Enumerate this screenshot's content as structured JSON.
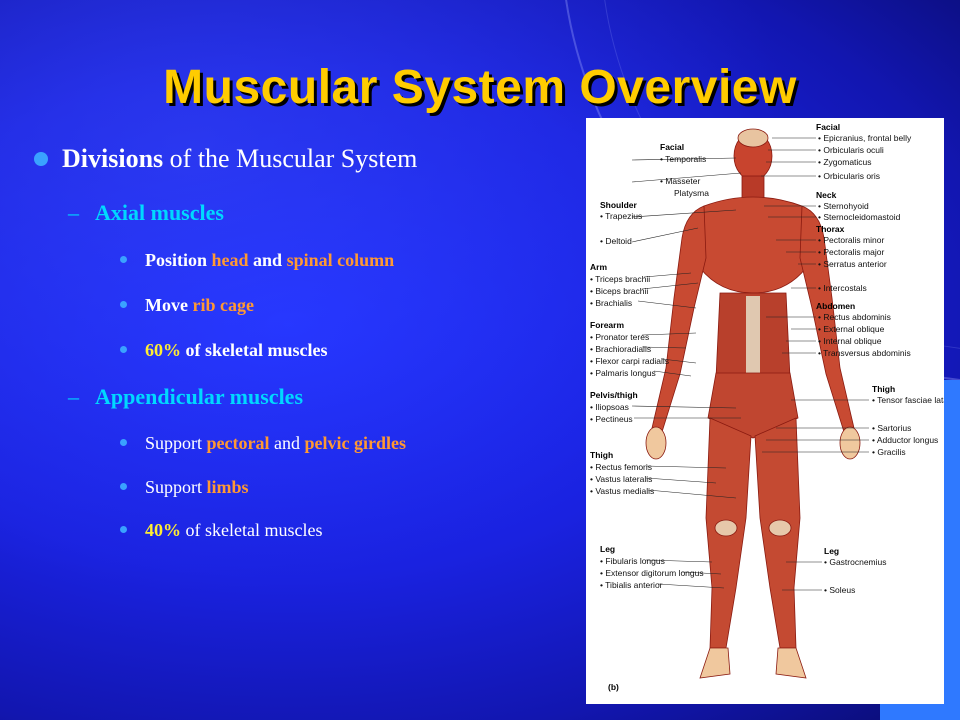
{
  "slide": {
    "title": "Muscular System Overview",
    "bullet": {
      "bold": "Divisions",
      "rest": " of the Muscular System"
    },
    "axial": {
      "heading": "Axial muscles",
      "items": [
        {
          "a": "Position ",
          "b": "head",
          "c": " and ",
          "d": "spinal column"
        },
        {
          "a": "Move ",
          "b": "rib cage"
        },
        {
          "a": "60%",
          "b": " of skeletal muscles"
        }
      ]
    },
    "appendicular": {
      "heading": "Appendicular muscles",
      "items": [
        {
          "a": "Support ",
          "b": "pectoral",
          "c": " and ",
          "d": "pelvic girdles"
        },
        {
          "a": "Support ",
          "b": "limbs"
        },
        {
          "a": "40%",
          "b": " of skeletal muscles"
        }
      ]
    }
  },
  "figure": {
    "left_groups": [
      {
        "header": "Facial",
        "labels": [
          "Temporalis",
          "Masseter",
          "Platysma"
        ]
      },
      {
        "header": "Shoulder",
        "labels": [
          "Trapezius",
          "Deltoid"
        ]
      },
      {
        "header": "Arm",
        "labels": [
          "Triceps brachii",
          "Biceps brachii",
          "Brachialis"
        ]
      },
      {
        "header": "Forearm",
        "labels": [
          "Pronator teres",
          "Brachioradialis",
          "Flexor carpi radialis",
          "Palmaris longus"
        ]
      },
      {
        "header": "Pelvis/thigh",
        "labels": [
          "Iliopsoas",
          "Pectineus"
        ]
      },
      {
        "header": "Thigh",
        "labels": [
          "Rectus femoris",
          "Vastus lateralis",
          "Vastus medialis"
        ]
      },
      {
        "header": "Leg",
        "labels": [
          "Fibularis longus",
          "Extensor digitorum longus",
          "Tibialis anterior"
        ]
      }
    ],
    "right_groups": [
      {
        "header": "Facial",
        "labels": [
          "Epicranius, frontal belly",
          "Orbicularis oculi",
          "Zygomaticus",
          "Orbicularis oris"
        ]
      },
      {
        "header": "Neck",
        "labels": [
          "Sternohyoid",
          "Sternocleidomastoid"
        ]
      },
      {
        "header": "Thorax",
        "labels": [
          "Pectoralis minor",
          "Pectoralis major",
          "Serratus anterior",
          "Intercostals"
        ]
      },
      {
        "header": "Abdomen",
        "labels": [
          "Rectus abdominis",
          "External oblique",
          "Internal oblique",
          "Transversus abdominis"
        ]
      },
      {
        "header": "Thigh",
        "labels": [
          "Tensor fasciae latae",
          "Sartorius",
          "Adductor longus",
          "Gracilis"
        ]
      },
      {
        "header": "Leg",
        "labels": [
          "Gastrocnemius",
          "Soleus"
        ]
      }
    ],
    "panel_label": "(b)"
  }
}
